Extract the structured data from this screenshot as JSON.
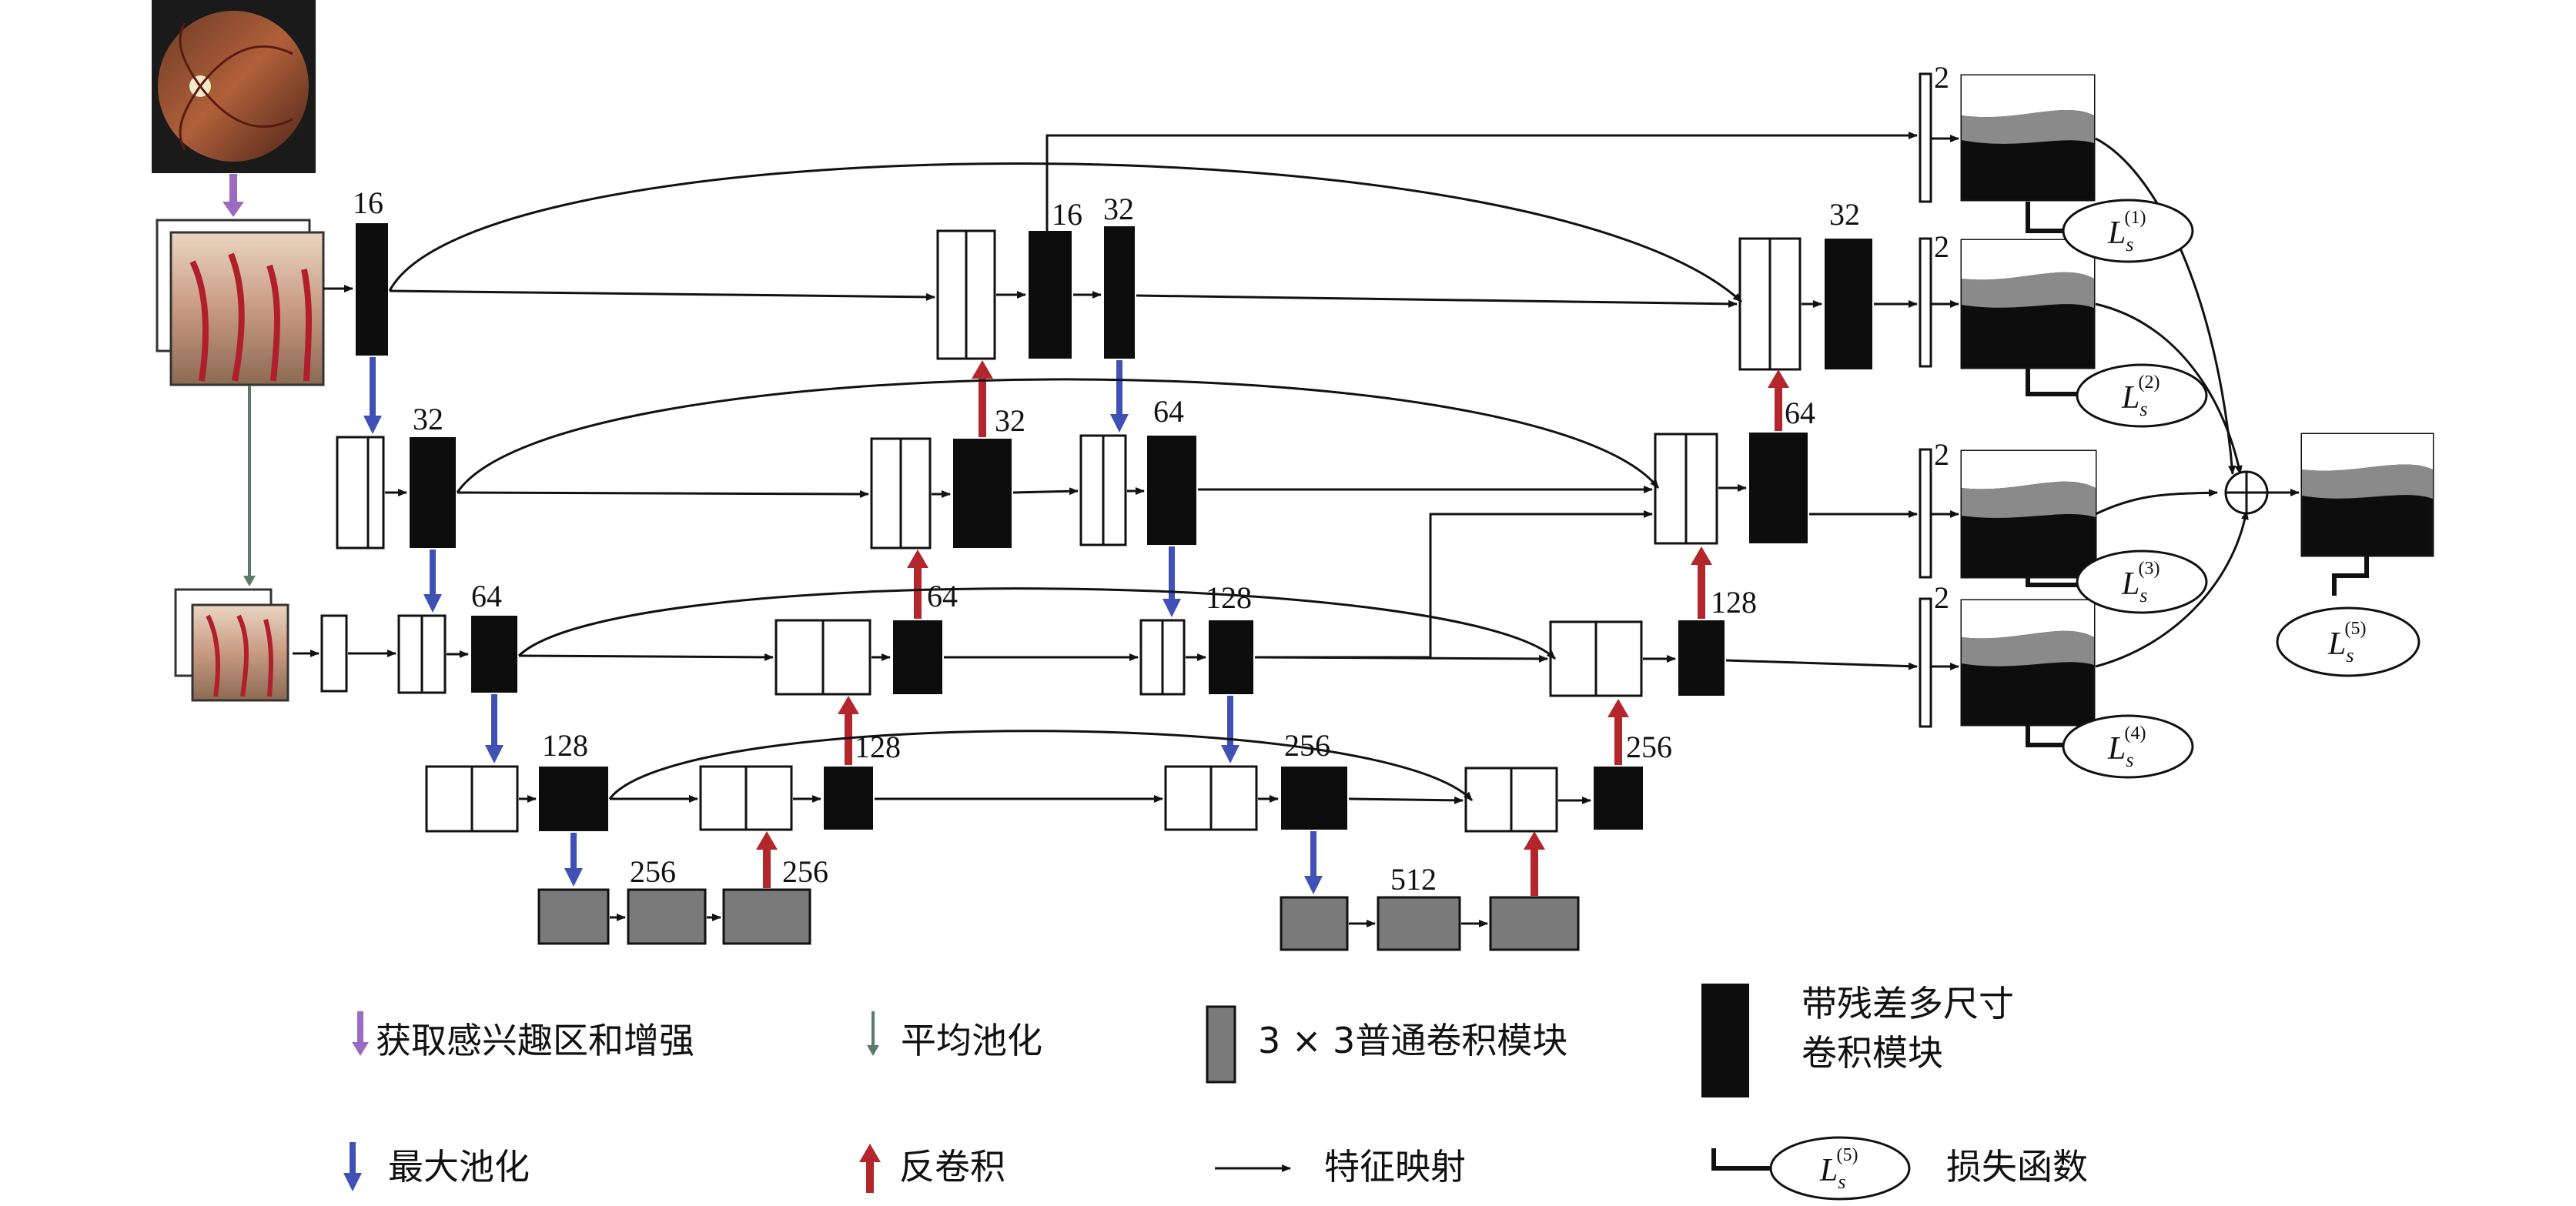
{
  "channels": {
    "l1_a": "16",
    "l1_b": "16",
    "l1_c": "32",
    "l1_d": "32",
    "l2_a": "32",
    "l2_b": "32",
    "l2_c": "64",
    "l2_d": "64",
    "l3_a": "64",
    "l3_b": "64",
    "l3_c": "128",
    "l3_d": "128",
    "l4_a": "128",
    "l4_b": "128",
    "l4_c": "256",
    "l4_d": "256",
    "b1_a": "256",
    "b1_b": "256",
    "b2": "512"
  },
  "outputs": {
    "o1": "2",
    "o2": "2",
    "o3": "2",
    "o4": "2"
  },
  "loss": {
    "symbol": "L",
    "sub": "s",
    "sup1": "(1)",
    "sup2": "(2)",
    "sup3": "(3)",
    "sup4": "(4)",
    "sup5": "(5)"
  },
  "legend": {
    "roi": "获取感兴趣区和增强",
    "avgpool": "平均池化",
    "conv3": "3 × 3普通卷积模块",
    "resblock_line1": "带残差多尺寸",
    "resblock_line2": "卷积模块",
    "maxpool": "最大池化",
    "deconv": "反卷积",
    "featmap": "特征映射",
    "lossfn": "损失函数"
  },
  "colors": {
    "maxpool": "#3f51b5",
    "deconv": "#b3262b",
    "avgpool": "#5a7a6a",
    "roi": "#9b6bc2",
    "conv_gray": "#7a7a7a",
    "resblock": "#0d0d0d"
  }
}
